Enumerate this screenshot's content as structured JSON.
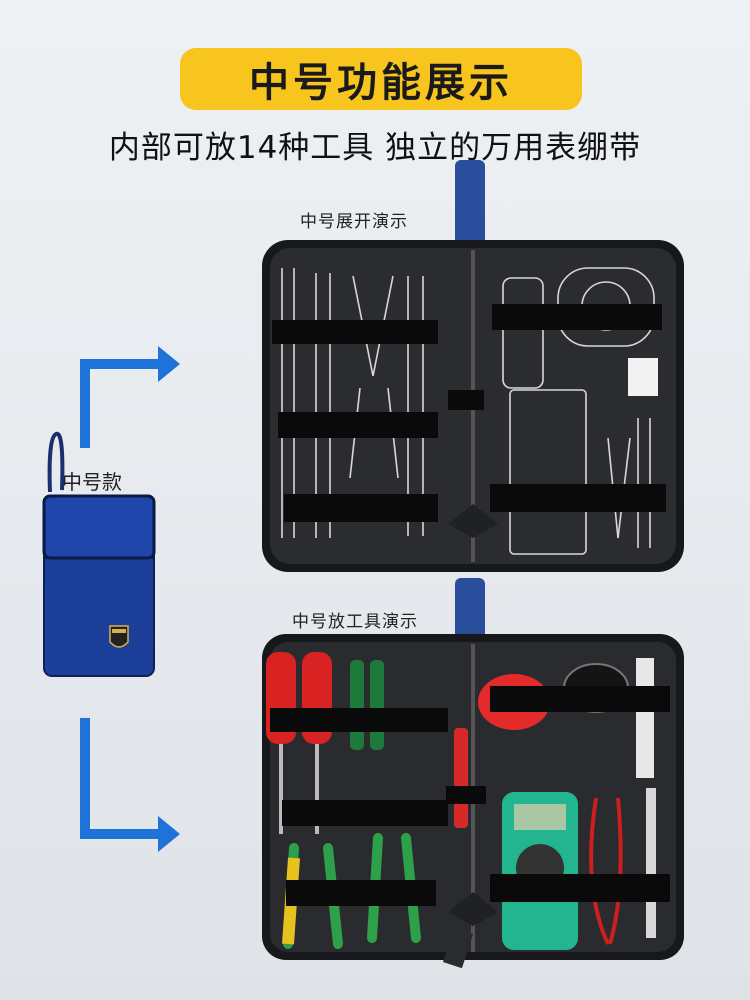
{
  "header": {
    "title": "中号功能展示",
    "subtitle": "内部可放14种工具 独立的万用表绷带"
  },
  "captions": {
    "open_demo": "中号展开演示",
    "tools_demo": "中号放工具演示"
  },
  "product": {
    "label": "中号款"
  },
  "colors": {
    "title_bg": "#f7c51e",
    "arrow": "#1f73d8",
    "bag_blue": "#1c3f9a",
    "case_black": "#1b1c1f"
  }
}
